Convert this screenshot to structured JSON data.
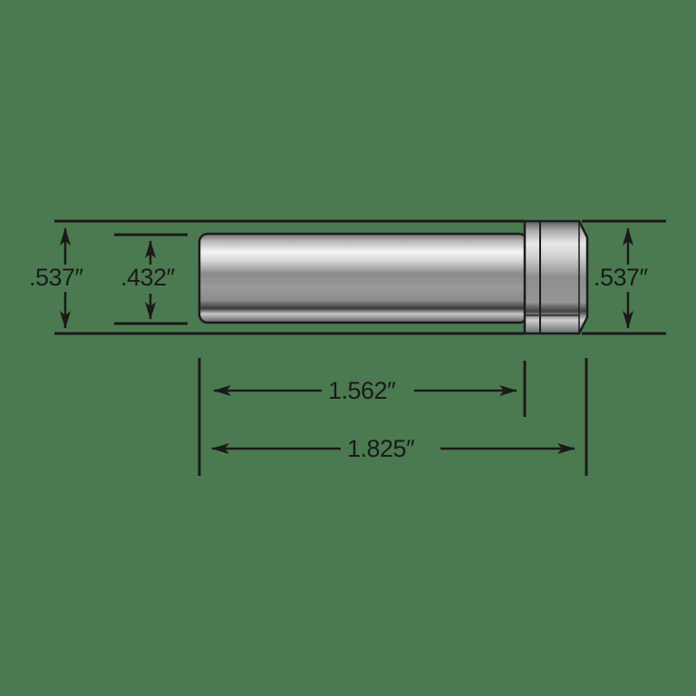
{
  "diagram": {
    "subject": "pin with head",
    "background_color": "#4b7a50",
    "line_color": "#1a1a1a",
    "dimensions": {
      "head_diameter_left": {
        "label": ".537″"
      },
      "shaft_diameter": {
        "label": ".432″"
      },
      "head_diameter_right": {
        "label": ".537″"
      },
      "shaft_length": {
        "label": "1.562″"
      },
      "overall_length": {
        "label": "1.825″"
      }
    }
  }
}
